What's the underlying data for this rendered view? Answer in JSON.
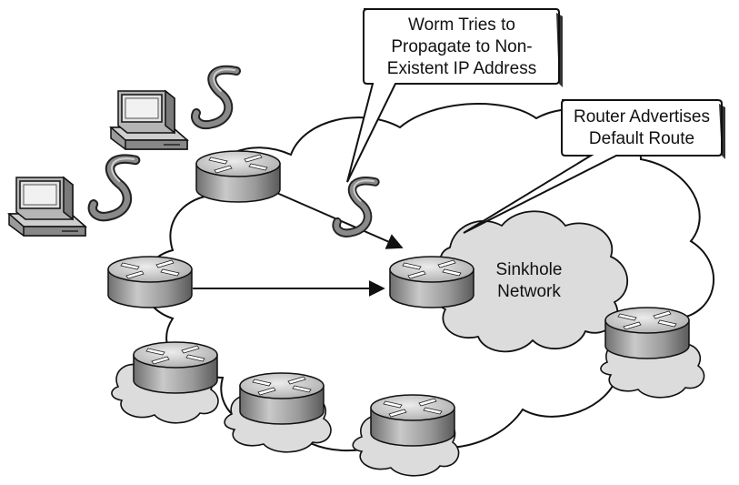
{
  "callouts": {
    "worm": {
      "lines": [
        "Worm Tries to",
        "Propagate to Non-",
        "Existent IP Address"
      ]
    },
    "router": {
      "lines": [
        "Router Advertises",
        "Default Route"
      ]
    }
  },
  "sinkhole": {
    "lines": [
      "Sinkhole",
      "Network"
    ]
  },
  "colors": {
    "cloud_fill": "#dcdcdc",
    "router_top": "#cfcfcf",
    "router_side": "#8a8a8a",
    "outline": "#111111"
  }
}
